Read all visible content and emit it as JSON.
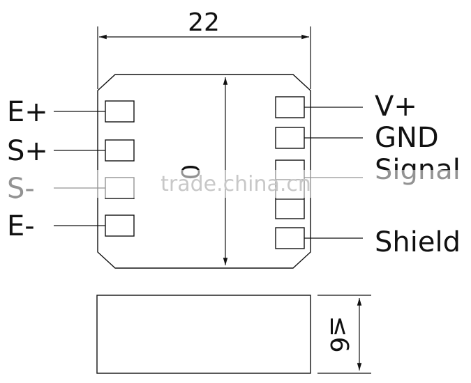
{
  "top_view": {
    "width_dimension": "22",
    "height_dimension": "0"
  },
  "side_view": {
    "thickness_dimension": "≤6"
  },
  "pins_left": [
    {
      "label": "E+"
    },
    {
      "label": "S+"
    },
    {
      "label": "S-"
    },
    {
      "label": "E-"
    }
  ],
  "pins_right": [
    {
      "label": "V+"
    },
    {
      "label": "GND"
    },
    {
      "label": "Signal"
    },
    {
      "label": "Shield"
    }
  ],
  "watermark": "trade.china.cn"
}
